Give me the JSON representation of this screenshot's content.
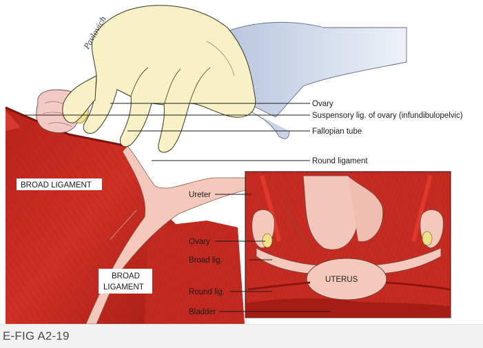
{
  "caption": "E-FIG A2-19",
  "labels": {
    "ovary_top": "Ovary",
    "suspensory": "Suspensory lig. of ovary (infundibulopelvic)",
    "fallopian": "Fallopian tube",
    "round_ligament": "Round ligament",
    "broad_ligament_left": "BROAD LIGAMENT",
    "broad_line1": "BROAD",
    "broad_line2": "LIGAMENT",
    "ureter": "Ureter",
    "ovary_inset": "Ovary",
    "broad_lig": "Broad lig.",
    "uterus": "UTERUS",
    "round_lig": "Round lig.",
    "bladder": "Bladder"
  },
  "signature": "Pavlovich",
  "colors": {
    "muscle_red": "#c8281e",
    "muscle_dark": "#9e1a14",
    "tissue_pink": "#f4c9bb",
    "glove": "#f8f1c6",
    "sleeve": "#c9d4e8",
    "ovary_yellow": "#f1df8a"
  }
}
